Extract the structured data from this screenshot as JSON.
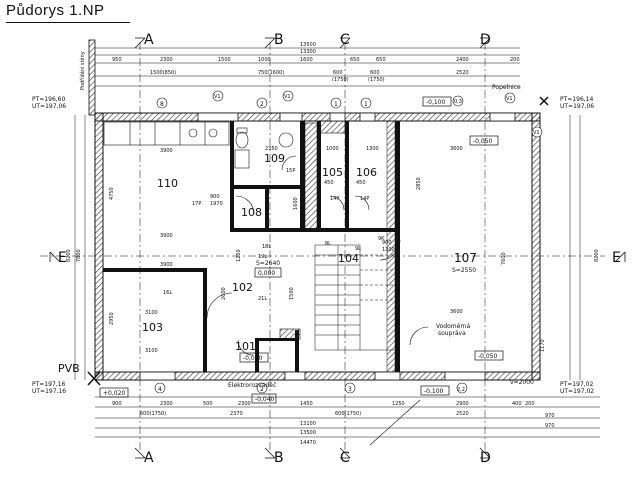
{
  "title": "Půdorys 1.NP",
  "axes": {
    "letters": [
      "A",
      "B",
      "C",
      "D"
    ],
    "side": "E"
  },
  "rooms": [
    {
      "num": "110"
    },
    {
      "num": "109"
    },
    {
      "num": "108"
    },
    {
      "num": "105"
    },
    {
      "num": "106"
    },
    {
      "num": "104"
    },
    {
      "num": "107",
      "area": "S=2550"
    },
    {
      "num": "102",
      "area": "S=2640",
      "level": "0,000"
    },
    {
      "num": "103"
    },
    {
      "num": "101",
      "level": "-0,020"
    }
  ],
  "levels": {
    "pt_tl": "PT=196,60",
    "ut_tl": "UT=197,06",
    "pt_tr": "PT=196,14",
    "ut_tr": "UT=197,06",
    "pt_bl": "PT=197,16",
    "ut_bl": "UT=197,16",
    "pt_br": "PT=197,02",
    "ut_br": "UT=197,02",
    "l_tr1": "-0,100",
    "l_tr2": "-0,050",
    "l_br1": "-0,050",
    "l_br2": "-0,100",
    "l_bl": "+0,020",
    "l_b2": "-0,040",
    "v_br": "v=2000"
  },
  "labels": {
    "pvb": "PVB",
    "elektro": "Elektrorozvaděč",
    "vodomer1": "Vodoměrná",
    "vodomer2": "soupráva",
    "popelnice": "Popelnice",
    "potrubi": "Podřídání stěny"
  },
  "dims_top": [
    "13500",
    "13300",
    "950",
    "2300",
    "1500",
    "1000",
    "650",
    "650",
    "1600",
    "2400",
    "200",
    "1500(850)",
    "750(1600)",
    "600",
    "600",
    "2520",
    "(1750)",
    "(1750)"
  ],
  "dims_bottom": [
    "900",
    "2300",
    "500",
    "2300",
    "1450",
    "1250",
    "2900",
    "400",
    "200",
    "600(1750)",
    "2370",
    "600(1750)",
    "2520",
    "13100",
    "13500",
    "14470",
    "970",
    "970"
  ],
  "dims_inner": [
    "3900",
    "2350",
    "3600",
    "1000",
    "1300",
    "4750",
    "900",
    "1970",
    "3900",
    "7600",
    "3900",
    "2950",
    "3100",
    "3100",
    "3600",
    "1250",
    "2600",
    "1500",
    "1600",
    "1170",
    "450",
    "450",
    "900",
    "1300",
    "8200",
    "8200",
    "7800",
    "2850"
  ],
  "circle_tags": [
    "8",
    "V1",
    "2",
    "V1",
    "1",
    "1",
    "0,3",
    "V1",
    "V1",
    "4",
    "2",
    "3",
    "2,2"
  ],
  "room_codes": [
    "15P",
    "17P",
    "14P",
    "14P",
    "18L",
    "19L",
    "21L",
    "16L",
    "8L",
    "9L",
    "9K"
  ]
}
